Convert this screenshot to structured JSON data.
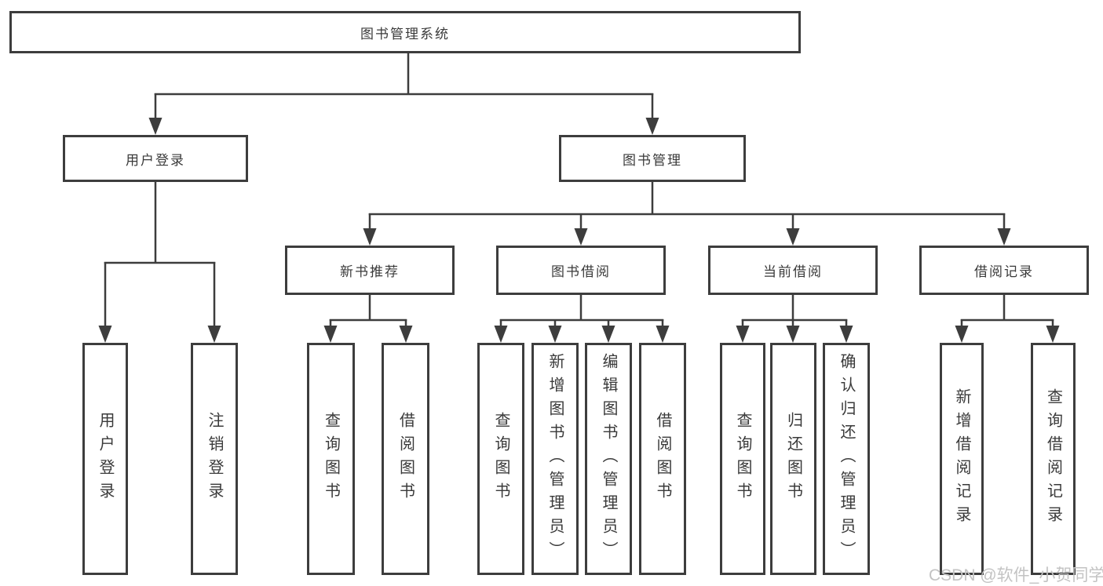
{
  "colors": {
    "line": "#3d3d3d",
    "box_background": "#ffffff",
    "text": "#3a3a3a",
    "watermark": "#c3c3c3"
  },
  "tree": {
    "root": {
      "label": "图书管理系统"
    },
    "branches": [
      {
        "label": "用户登录",
        "children": [
          {
            "label": "用户登录"
          },
          {
            "label": "注销登录"
          }
        ]
      },
      {
        "label": "图书管理",
        "children": [
          {
            "label": "新书推荐",
            "children": [
              {
                "label": "查询图书"
              },
              {
                "label": "借阅图书"
              }
            ]
          },
          {
            "label": "图书借阅",
            "children": [
              {
                "label": "查询图书"
              },
              {
                "label": "新增图书（管理员）"
              },
              {
                "label": "编辑图书（管理员）"
              },
              {
                "label": "借阅图书"
              }
            ]
          },
          {
            "label": "当前借阅",
            "children": [
              {
                "label": "查询图书"
              },
              {
                "label": "归还图书"
              },
              {
                "label": "确认归还（管理员）"
              }
            ]
          },
          {
            "label": "借阅记录",
            "children": [
              {
                "label": "新增借阅记录"
              },
              {
                "label": "查询借阅记录"
              }
            ]
          }
        ]
      }
    ]
  },
  "watermark": {
    "text": "CSDN @软件_小贺同学"
  }
}
